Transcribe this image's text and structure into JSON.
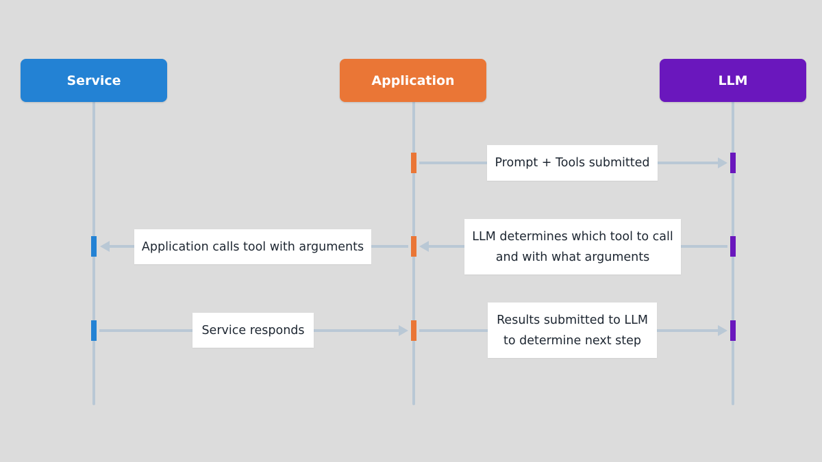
{
  "colors": {
    "background": "#dcdcdc",
    "lifeline": "#b9c8d5",
    "arrow": "#b9c8d5",
    "label_text": "#1c2530",
    "label_bg": "#ffffff"
  },
  "participants": [
    {
      "id": "service",
      "label": "Service",
      "color": "#2382d4"
    },
    {
      "id": "application",
      "label": "Application",
      "color": "#ea7636"
    },
    {
      "id": "llm",
      "label": "LLM",
      "color": "#6a17bd"
    }
  ],
  "messages": [
    {
      "id": "prompt",
      "from": "application",
      "to": "llm",
      "lines": [
        "Prompt + Tools submitted"
      ]
    },
    {
      "id": "determines",
      "from": "llm",
      "to": "application",
      "lines": [
        "LLM determines which tool to call",
        "and with what arguments"
      ]
    },
    {
      "id": "calls-tool",
      "from": "application",
      "to": "service",
      "lines": [
        "Application calls tool with arguments"
      ]
    },
    {
      "id": "responds",
      "from": "service",
      "to": "application",
      "lines": [
        "Service responds"
      ]
    },
    {
      "id": "results",
      "from": "application",
      "to": "llm",
      "lines": [
        "Results submitted to LLM",
        "to determine next step"
      ]
    }
  ]
}
